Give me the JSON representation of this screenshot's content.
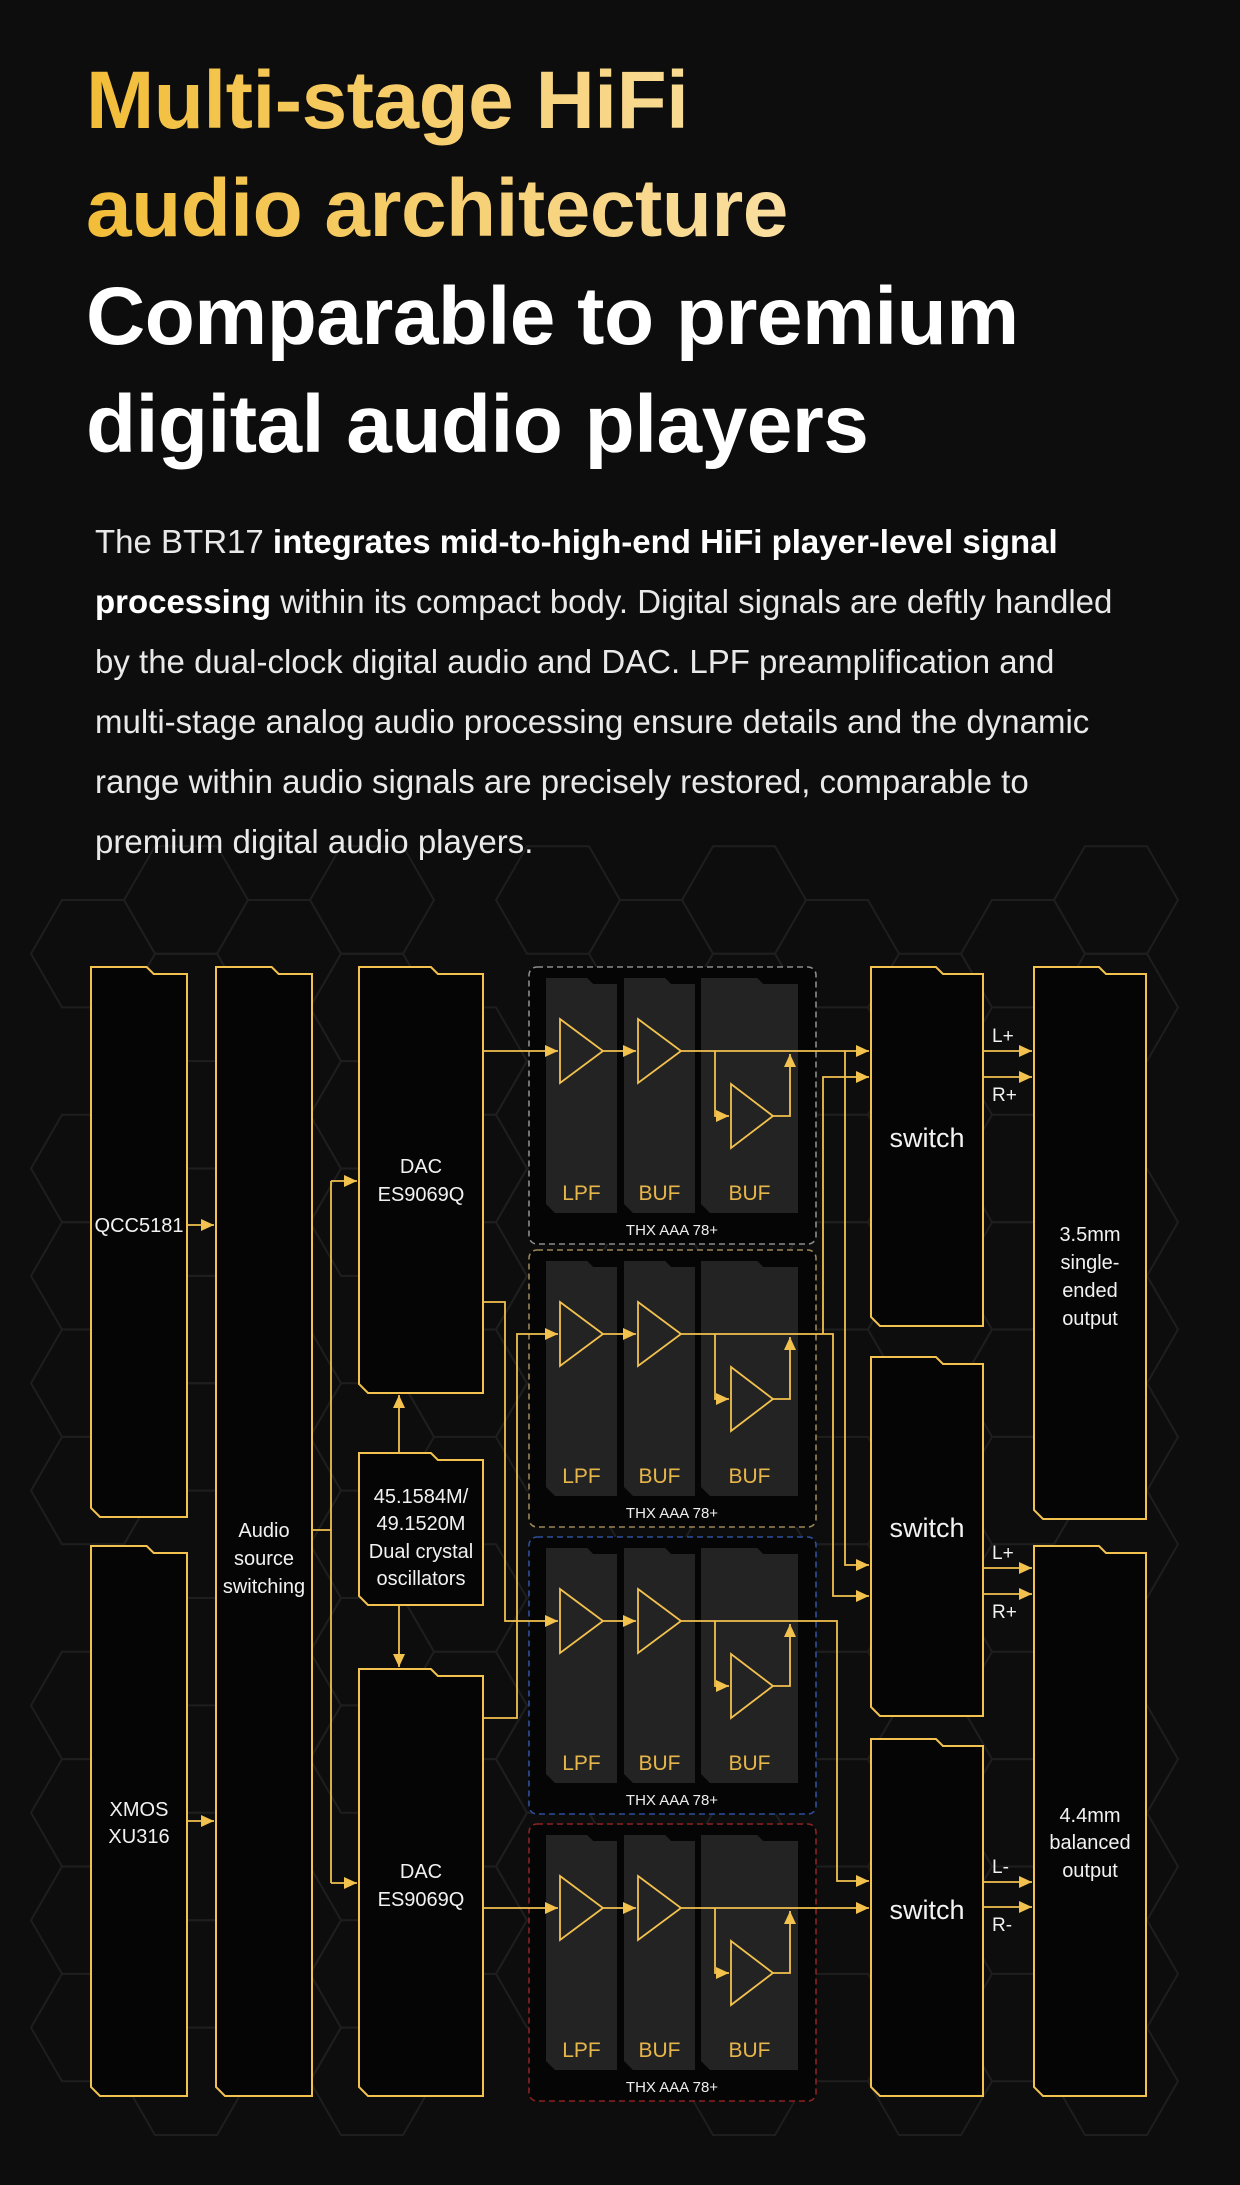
{
  "heading": {
    "line1": "Multi-stage HiFi",
    "line2": "audio architecture",
    "line3": "Comparable to premium",
    "line4": "digital audio players"
  },
  "intro": {
    "lines": [
      [
        {
          "t": "The BTR17 ",
          "b": false
        },
        {
          "t": "integrates mid-to-high-end HiFi player-level signal",
          "b": true
        }
      ],
      [
        {
          "t": "processing",
          "b": true
        },
        {
          "t": " within its compact body. Digital signals are deftly handled",
          "b": false
        }
      ],
      [
        {
          "t": "by the dual-clock digital audio and DAC. LPF preamplification and",
          "b": false
        }
      ],
      [
        {
          "t": "multi-stage analog audio processing ensure details and the dynamic",
          "b": false
        }
      ],
      [
        {
          "t": "range within audio signals are precisely restored, comparable to",
          "b": false
        }
      ],
      [
        {
          "t": "premium digital audio players.",
          "b": false
        }
      ]
    ]
  },
  "diagram": {
    "qcc": [
      "QCC5181"
    ],
    "xmos": [
      "XMOS",
      "XU316"
    ],
    "source": [
      "Audio",
      "source",
      "switching"
    ],
    "dac1": [
      "DAC",
      "ES9069Q"
    ],
    "dac2": [
      "DAC",
      "ES9069Q"
    ],
    "osc": [
      "45.1584M/",
      "49.1520M",
      "Dual crystal",
      "oscillators"
    ],
    "amp_groups": [
      {
        "stages": [
          "LPF",
          "BUF",
          "BUF"
        ],
        "label": "THX AAA 78+",
        "border": "#8c8c8c"
      },
      {
        "stages": [
          "LPF",
          "BUF",
          "BUF"
        ],
        "label": "THX AAA 78+",
        "border": "#9b8656"
      },
      {
        "stages": [
          "LPF",
          "BUF",
          "BUF"
        ],
        "label": "THX AAA 78+",
        "border": "#2c4f9c"
      },
      {
        "stages": [
          "LPF",
          "BUF",
          "BUF"
        ],
        "label": "THX AAA 78+",
        "border": "#8c2222"
      }
    ],
    "switches": [
      "switch",
      "switch",
      "switch"
    ],
    "channels": [
      [
        "L+",
        "R+"
      ],
      [
        "L+",
        "R+"
      ],
      [
        "L-",
        "R-"
      ]
    ],
    "out1": [
      "3.5mm",
      "single-",
      "ended",
      "output"
    ],
    "out2": [
      "4.4mm",
      "balanced",
      "output"
    ]
  },
  "colors": {
    "accent": "#f2c14e",
    "background": "#0d0d0d",
    "panel": "#232323",
    "box": "#050505"
  }
}
